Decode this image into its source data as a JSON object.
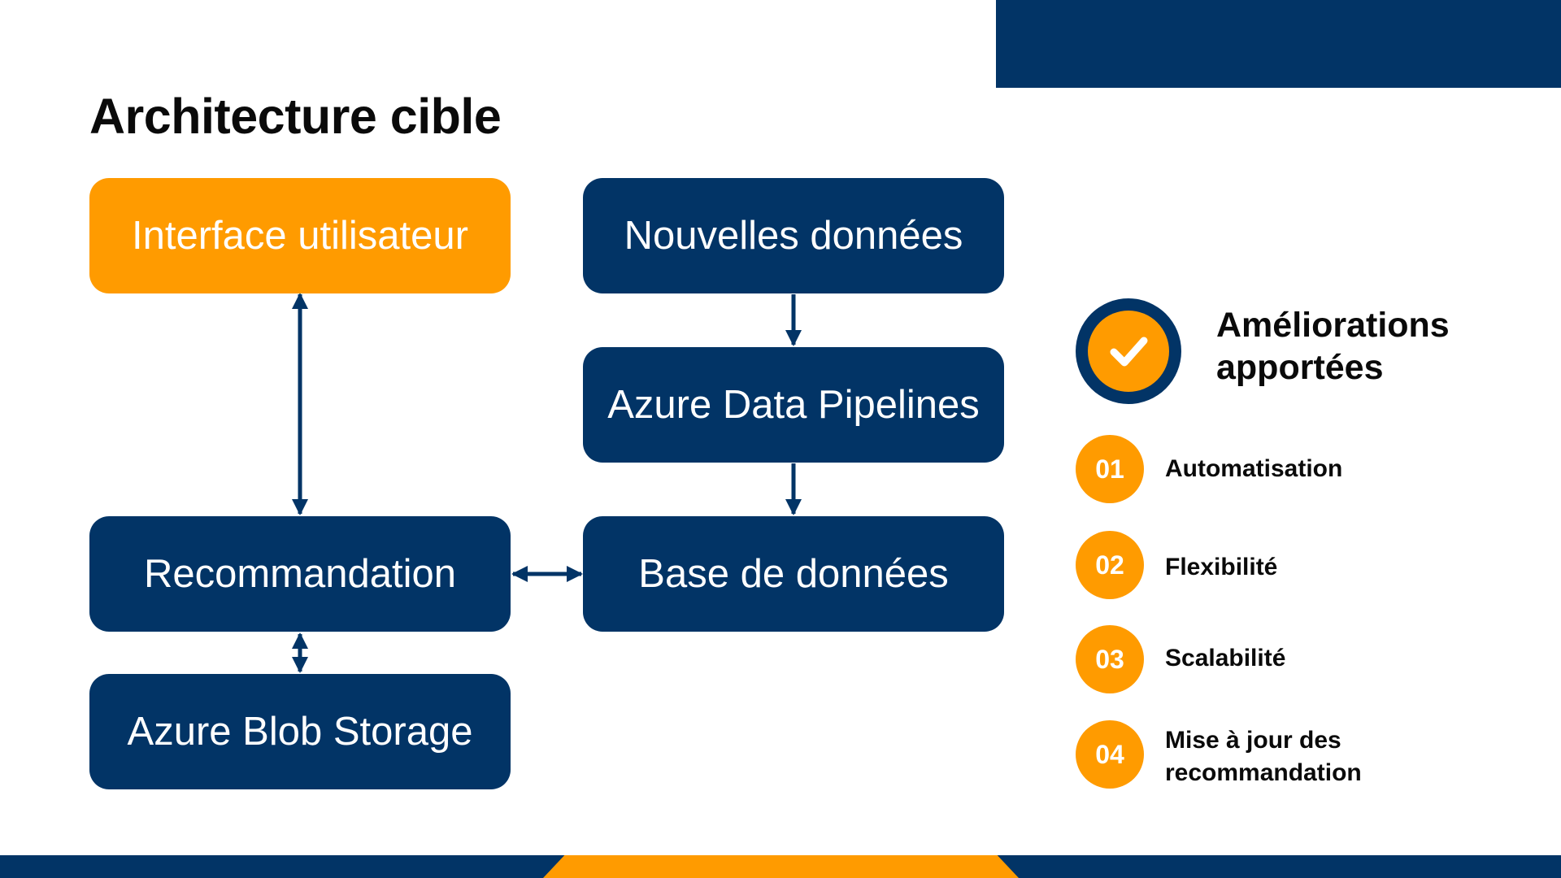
{
  "title": "Architecture cible",
  "diagram": {
    "nodes": {
      "interface": "Interface utilisateur",
      "nouvelles": "Nouvelles données",
      "pipelines": "Azure Data Pipelines",
      "recommandation": "Recommandation",
      "base": "Base de données",
      "blob": "Azure Blob Storage"
    },
    "edges": [
      {
        "from": "interface",
        "to": "recommandation",
        "direction": "both"
      },
      {
        "from": "nouvelles",
        "to": "pipelines",
        "direction": "forward"
      },
      {
        "from": "pipelines",
        "to": "base",
        "direction": "forward"
      },
      {
        "from": "recommandation",
        "to": "base",
        "direction": "both"
      },
      {
        "from": "recommandation",
        "to": "blob",
        "direction": "both"
      }
    ]
  },
  "improvements": {
    "title_line1": "Améliorations",
    "title_line2": "apportées",
    "icon": "checkmark-icon",
    "items": [
      {
        "number": "01",
        "label": "Automatisation"
      },
      {
        "number": "02",
        "label": "Flexibilité"
      },
      {
        "number": "03",
        "label": "Scalabilité"
      },
      {
        "number": "04",
        "label_line1": "Mise à jour des",
        "label_line2": "recommandation"
      }
    ]
  },
  "colors": {
    "navy": "#023466",
    "orange": "#FF9B00",
    "text": "#0a0a0a",
    "background": "#ffffff"
  }
}
